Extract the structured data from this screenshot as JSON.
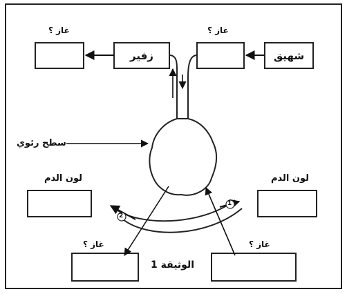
{
  "diagram": {
    "boxes": {
      "exhale_gas_blank": "",
      "exhale": "زفير",
      "inhale_gas_blank": "",
      "inhale": "شهيق",
      "blood_color_left_blank": "",
      "blood_color_right_blank": "",
      "gas_bottom_left_blank": "",
      "gas_bottom_right_blank": ""
    },
    "labels": {
      "gas_top_left": "غاز ؟",
      "gas_top_right": "غاز ؟",
      "alveolar_surface": "سطح رئوي",
      "blood_color_left": "لون الدم",
      "blood_color_right": "لون الدم",
      "gas_bottom_left": "غاز ؟",
      "gas_bottom_right": "غاز ؟",
      "document": "الوثيقة 1"
    },
    "vessel_markers": {
      "left": "2",
      "right": "1"
    }
  }
}
